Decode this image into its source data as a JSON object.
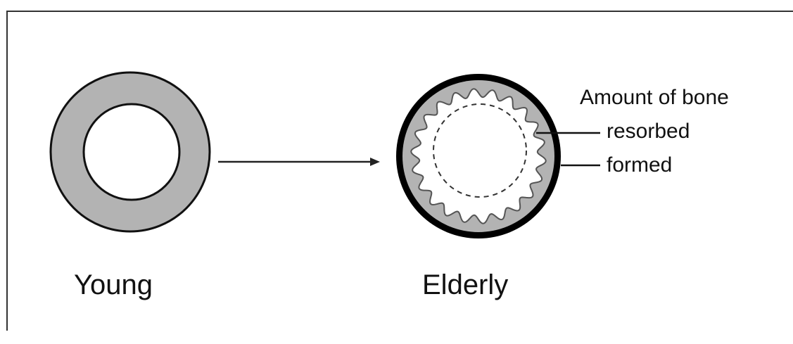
{
  "captions": {
    "young": "Young",
    "elderly": "Elderly"
  },
  "annotations": {
    "title": "Amount of bone",
    "resorbed": "resorbed",
    "formed": "formed"
  },
  "colors": {
    "bone": "#b3b3b3",
    "outline": "#111111",
    "new_bone_layer": "#000000",
    "background": "#ffffff"
  }
}
